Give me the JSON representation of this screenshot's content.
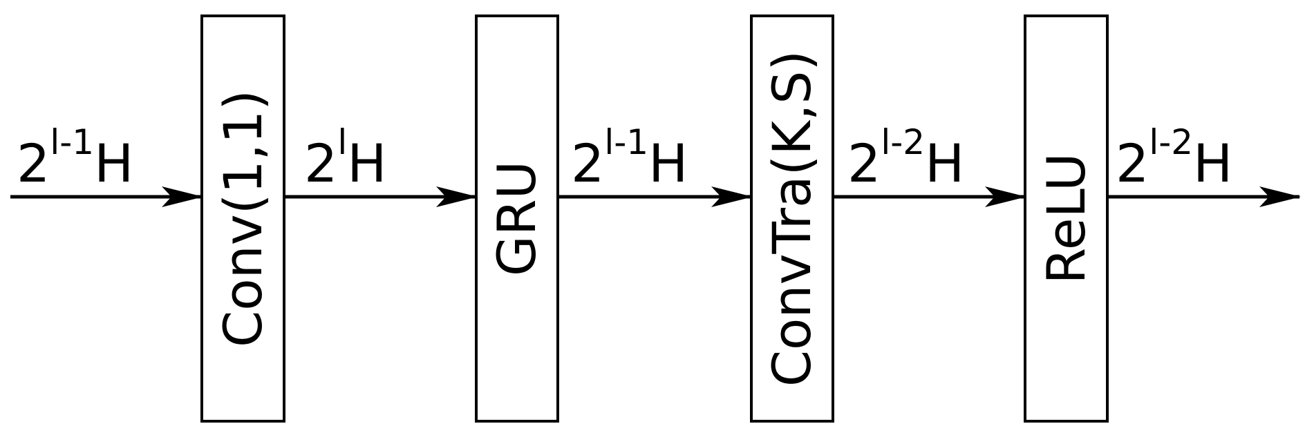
{
  "blocks": [
    {
      "label": "Conv(1,1)"
    },
    {
      "label": "GRU"
    },
    {
      "label": "ConvTra(K,S)"
    },
    {
      "label": "ReLU"
    }
  ],
  "edges": [
    {
      "base": "2",
      "exponent": "l-1",
      "suffix": "H"
    },
    {
      "base": "2",
      "exponent": "l",
      "suffix": "H"
    },
    {
      "base": "2",
      "exponent": "l-1",
      "suffix": "H"
    },
    {
      "base": "2",
      "exponent": "l-2",
      "suffix": "H"
    },
    {
      "base": "2",
      "exponent": "l-2",
      "suffix": "H"
    }
  ]
}
